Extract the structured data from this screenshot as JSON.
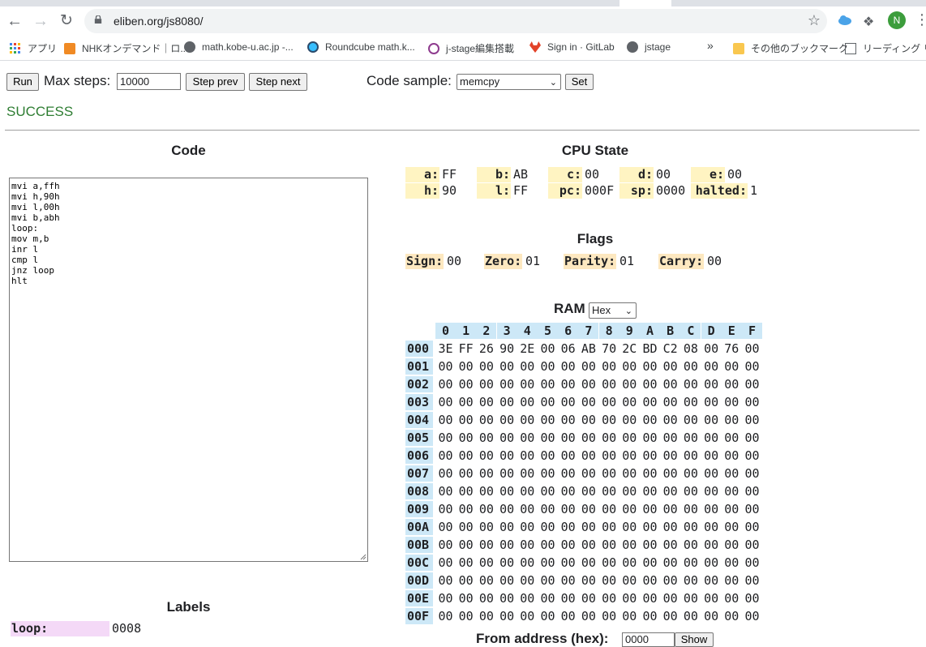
{
  "browser": {
    "url": "eliben.org/js8080/",
    "avatar_letter": "N",
    "bookmarks": [
      {
        "label": "アプリ",
        "icon": "apps-grid-icon"
      },
      {
        "label": "NHKオンデマンド｜ロ...",
        "icon": "nhk-icon"
      },
      {
        "label": "math.kobe-u.ac.jp -...",
        "icon": "globe-icon"
      },
      {
        "label": "Roundcube math.k...",
        "icon": "roundcube-icon"
      },
      {
        "label": "j-stage編集搭載",
        "icon": "jstage-icon"
      },
      {
        "label": "Sign in · GitLab",
        "icon": "gitlab-icon"
      },
      {
        "label": "jstage",
        "icon": "globe-icon"
      }
    ],
    "overflow": "»",
    "other_bookmarks": "その他のブックマーク",
    "reading_list": "リーディング リスト"
  },
  "toolbar": {
    "run": "Run",
    "max_steps_label": "Max steps:",
    "max_steps_value": "10000",
    "step_prev": "Step prev",
    "step_next": "Step next",
    "code_sample_label": "Code sample:",
    "code_sample_value": "memcpy",
    "set": "Set"
  },
  "status": "SUCCESS",
  "code": {
    "heading": "Code",
    "source": "mvi a,ffh\nmvi h,90h\nmvi l,00h\nmvi b,abh\nloop:\nmov m,b\ninr l\ncmp l\njnz loop\nhlt"
  },
  "cpu": {
    "heading": "CPU State",
    "registers": [
      {
        "name": "a:",
        "value": "FF"
      },
      {
        "name": "b:",
        "value": "AB"
      },
      {
        "name": "c:",
        "value": "00"
      },
      {
        "name": "d:",
        "value": "00"
      },
      {
        "name": "e:",
        "value": "00"
      },
      {
        "name": "h:",
        "value": "90"
      },
      {
        "name": "l:",
        "value": "FF"
      },
      {
        "name": "pc:",
        "value": "000F"
      },
      {
        "name": "sp:",
        "value": "0000"
      },
      {
        "name": "halted:",
        "value": "1"
      }
    ]
  },
  "flags": {
    "heading": "Flags",
    "items": [
      {
        "name": "Sign:",
        "value": "00"
      },
      {
        "name": "Zero:",
        "value": "01"
      },
      {
        "name": "Parity:",
        "value": "01"
      },
      {
        "name": "Carry:",
        "value": "00"
      }
    ]
  },
  "ram": {
    "heading": "RAM",
    "format_value": "Hex",
    "columns": [
      "0",
      "1",
      "2",
      "3",
      "4",
      "5",
      "6",
      "7",
      "8",
      "9",
      "A",
      "B",
      "C",
      "D",
      "E",
      "F"
    ],
    "rows": [
      {
        "addr": "000",
        "bytes": [
          "3E",
          "FF",
          "26",
          "90",
          "2E",
          "00",
          "06",
          "AB",
          "70",
          "2C",
          "BD",
          "C2",
          "08",
          "00",
          "76",
          "00"
        ]
      },
      {
        "addr": "001",
        "bytes": [
          "00",
          "00",
          "00",
          "00",
          "00",
          "00",
          "00",
          "00",
          "00",
          "00",
          "00",
          "00",
          "00",
          "00",
          "00",
          "00"
        ]
      },
      {
        "addr": "002",
        "bytes": [
          "00",
          "00",
          "00",
          "00",
          "00",
          "00",
          "00",
          "00",
          "00",
          "00",
          "00",
          "00",
          "00",
          "00",
          "00",
          "00"
        ]
      },
      {
        "addr": "003",
        "bytes": [
          "00",
          "00",
          "00",
          "00",
          "00",
          "00",
          "00",
          "00",
          "00",
          "00",
          "00",
          "00",
          "00",
          "00",
          "00",
          "00"
        ]
      },
      {
        "addr": "004",
        "bytes": [
          "00",
          "00",
          "00",
          "00",
          "00",
          "00",
          "00",
          "00",
          "00",
          "00",
          "00",
          "00",
          "00",
          "00",
          "00",
          "00"
        ]
      },
      {
        "addr": "005",
        "bytes": [
          "00",
          "00",
          "00",
          "00",
          "00",
          "00",
          "00",
          "00",
          "00",
          "00",
          "00",
          "00",
          "00",
          "00",
          "00",
          "00"
        ]
      },
      {
        "addr": "006",
        "bytes": [
          "00",
          "00",
          "00",
          "00",
          "00",
          "00",
          "00",
          "00",
          "00",
          "00",
          "00",
          "00",
          "00",
          "00",
          "00",
          "00"
        ]
      },
      {
        "addr": "007",
        "bytes": [
          "00",
          "00",
          "00",
          "00",
          "00",
          "00",
          "00",
          "00",
          "00",
          "00",
          "00",
          "00",
          "00",
          "00",
          "00",
          "00"
        ]
      },
      {
        "addr": "008",
        "bytes": [
          "00",
          "00",
          "00",
          "00",
          "00",
          "00",
          "00",
          "00",
          "00",
          "00",
          "00",
          "00",
          "00",
          "00",
          "00",
          "00"
        ]
      },
      {
        "addr": "009",
        "bytes": [
          "00",
          "00",
          "00",
          "00",
          "00",
          "00",
          "00",
          "00",
          "00",
          "00",
          "00",
          "00",
          "00",
          "00",
          "00",
          "00"
        ]
      },
      {
        "addr": "00A",
        "bytes": [
          "00",
          "00",
          "00",
          "00",
          "00",
          "00",
          "00",
          "00",
          "00",
          "00",
          "00",
          "00",
          "00",
          "00",
          "00",
          "00"
        ]
      },
      {
        "addr": "00B",
        "bytes": [
          "00",
          "00",
          "00",
          "00",
          "00",
          "00",
          "00",
          "00",
          "00",
          "00",
          "00",
          "00",
          "00",
          "00",
          "00",
          "00"
        ]
      },
      {
        "addr": "00C",
        "bytes": [
          "00",
          "00",
          "00",
          "00",
          "00",
          "00",
          "00",
          "00",
          "00",
          "00",
          "00",
          "00",
          "00",
          "00",
          "00",
          "00"
        ]
      },
      {
        "addr": "00D",
        "bytes": [
          "00",
          "00",
          "00",
          "00",
          "00",
          "00",
          "00",
          "00",
          "00",
          "00",
          "00",
          "00",
          "00",
          "00",
          "00",
          "00"
        ]
      },
      {
        "addr": "00E",
        "bytes": [
          "00",
          "00",
          "00",
          "00",
          "00",
          "00",
          "00",
          "00",
          "00",
          "00",
          "00",
          "00",
          "00",
          "00",
          "00",
          "00"
        ]
      },
      {
        "addr": "00F",
        "bytes": [
          "00",
          "00",
          "00",
          "00",
          "00",
          "00",
          "00",
          "00",
          "00",
          "00",
          "00",
          "00",
          "00",
          "00",
          "00",
          "00"
        ]
      }
    ],
    "from_address_label": "From address (hex):",
    "from_address_value": "0000",
    "show": "Show"
  },
  "labels": {
    "heading": "Labels",
    "items": [
      {
        "name": "loop:",
        "value": "0008"
      }
    ]
  },
  "colors": {
    "success": "#2e7d32",
    "register_bg": "#fff4c2",
    "flag_bg": "#fde8c0",
    "ram_header_bg": "#cde8f7",
    "label_bg": "#f4d9f7"
  }
}
